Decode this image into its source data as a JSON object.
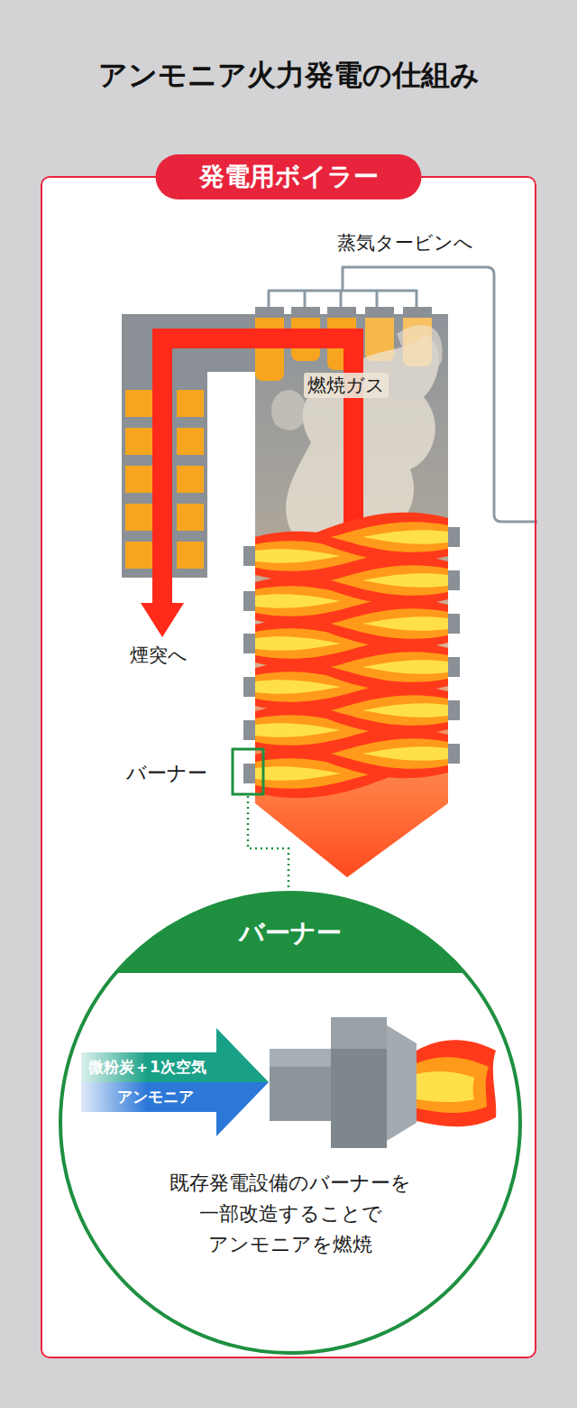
{
  "diagram": {
    "title": "アンモニア火力発電の仕組み",
    "nodes": [
      {
        "text": [
          "発電用ボイラー"
        ]
      },
      {
        "text": [
          "バーナー",
          "既存発電設備のバーナーを 一部改造することで アンモニアを燃焼"
        ],
        "in": 0
      },
      {
        "text": [
          "微粉炭＋1次空気"
        ],
        "in": 1
      },
      {
        "text": [
          "アンモニア"
        ],
        "in": 1
      }
    ],
    "labels": [
      "蒸気タービンへ",
      "燃焼ガス",
      "煙突へ",
      "バーナー"
    ]
  }
}
